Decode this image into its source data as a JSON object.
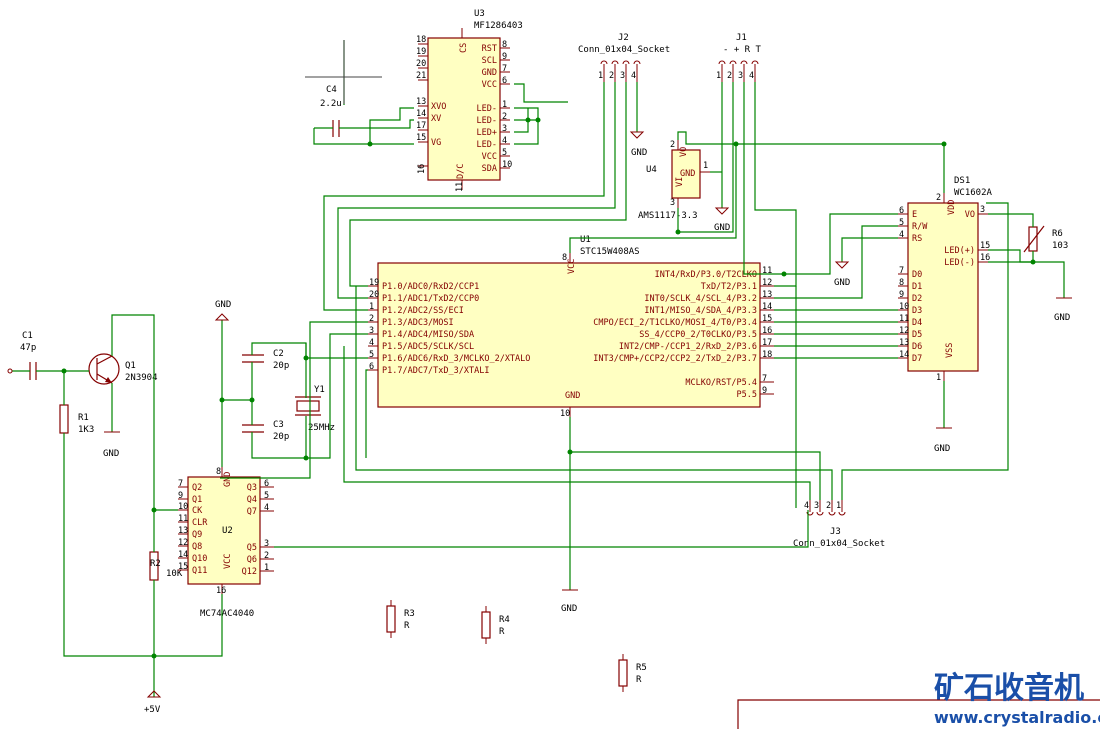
{
  "title_block": {
    "brand": "矿石收音机",
    "url": "www.crystalradio.cn"
  },
  "u3": {
    "ref": "U3",
    "value": "MF1286403",
    "pins_left": [
      [
        "CS",
        ""
      ],
      [
        "18",
        ""
      ],
      [
        "19",
        ""
      ],
      [
        "20",
        ""
      ],
      [
        "21",
        ""
      ],
      [
        "13",
        "XVO"
      ],
      [
        "14",
        "XV"
      ],
      [
        "17",
        ""
      ],
      [
        "15",
        "VG"
      ],
      [
        "16",
        "D/C"
      ],
      [
        "11",
        ""
      ]
    ],
    "pins_right": [
      [
        "8",
        "RST"
      ],
      [
        "9",
        "SCL"
      ],
      [
        "7",
        "GND"
      ],
      [
        "6",
        "VCC"
      ],
      [
        "1",
        "LED-"
      ],
      [
        "2",
        "LED-"
      ],
      [
        "3",
        "LED+"
      ],
      [
        "4",
        "LED-"
      ],
      [
        "5",
        "VCC"
      ],
      [
        "10",
        "SDA"
      ]
    ]
  },
  "c4": {
    "ref": "C4",
    "value": "2.2u"
  },
  "j2": {
    "ref": "J2",
    "value": "Conn_01x04_Socket",
    "pins": [
      "1",
      "2",
      "3",
      "4"
    ]
  },
  "j1": {
    "ref": "J1",
    "value": "- + R T",
    "pins": [
      "1",
      "2",
      "3",
      "4"
    ]
  },
  "u4": {
    "ref": "U4",
    "value": "AMS1117-3.3",
    "pin_vo": "VO",
    "pin_gnd": "GND",
    "pin_vi": "VI",
    "n1": "1",
    "n2": "2",
    "n3": "3"
  },
  "ds1": {
    "ref": "DS1",
    "value": "WC1602A",
    "left": [
      [
        "6",
        "E"
      ],
      [
        "5",
        "R/W"
      ],
      [
        "4",
        "RS"
      ],
      [
        "7",
        "D0"
      ],
      [
        "8",
        "D1"
      ],
      [
        "9",
        "D2"
      ],
      [
        "10",
        "D3"
      ],
      [
        "11",
        "D4"
      ],
      [
        "12",
        "D5"
      ],
      [
        "13",
        "D6"
      ],
      [
        "14",
        "D7"
      ]
    ],
    "right": [
      [
        "2",
        "VDD"
      ],
      [
        "3",
        "VO"
      ],
      [
        "15",
        "LED(+)"
      ],
      [
        "16",
        "LED(-)"
      ],
      [
        "1",
        "VSS"
      ]
    ]
  },
  "r6": {
    "ref": "R6",
    "value": "103"
  },
  "u1": {
    "ref": "U1",
    "value": "STC15W408AS",
    "vcc": "VCC",
    "gnd": "GND",
    "n8": "8",
    "n10": "10",
    "left": [
      [
        "19",
        "P1.0/ADC0/RxD2/CCP1"
      ],
      [
        "20",
        "P1.1/ADC1/TxD2/CCP0"
      ],
      [
        "1",
        "P1.2/ADC2/SS/ECI"
      ],
      [
        "2",
        "P1.3/ADC3/MOSI"
      ],
      [
        "3",
        "P1.4/ADC4/MISO/SDA"
      ],
      [
        "4",
        "P1.5/ADC5/SCLK/SCL"
      ],
      [
        "5",
        "P1.6/ADC6/RxD_3/MCLKO_2/XTALO"
      ],
      [
        "6",
        "P1.7/ADC7/TxD_3/XTALI"
      ]
    ],
    "right": [
      [
        "11",
        "INT4/RxD/P3.0/T2CLKO"
      ],
      [
        "12",
        "TxD/T2/P3.1"
      ],
      [
        "13",
        "INT0/SCLK_4/SCL_4/P3.2"
      ],
      [
        "14",
        "INT1/MISO_4/SDA_4/P3.3"
      ],
      [
        "15",
        "CMPO/ECI_2/T1CLKO/MOSI_4/T0/P3.4"
      ],
      [
        "16",
        "SS_4/CCP0_2/T0CLKO/P3.5"
      ],
      [
        "17",
        "INT2/CMP-/CCP1_2/RxD_2/P3.6"
      ],
      [
        "18",
        "INT3/CMP+/CCP2/CCP2_2/TxD_2/P3.7"
      ],
      [
        "7",
        "MCLKO/RST/P5.4"
      ],
      [
        "9",
        "P5.5"
      ]
    ]
  },
  "c1": {
    "ref": "C1",
    "value": "47p"
  },
  "q1": {
    "ref": "Q1",
    "value": "2N3904"
  },
  "r1": {
    "ref": "R1",
    "value": "1K3"
  },
  "r2": {
    "ref": "R2",
    "value": "10K"
  },
  "r3": {
    "ref": "R3",
    "value": "R"
  },
  "r4": {
    "ref": "R4",
    "value": "R"
  },
  "r5": {
    "ref": "R5",
    "value": "R"
  },
  "c2": {
    "ref": "C2",
    "value": "20p"
  },
  "c3": {
    "ref": "C3",
    "value": "20p"
  },
  "y1": {
    "ref": "Y1",
    "value": "25MHz"
  },
  "u2": {
    "ref": "U2",
    "value": "MC74AC4040",
    "gnd": "GND",
    "vcc": "VCC",
    "n8": "8",
    "n16": "16",
    "left": [
      [
        "7",
        "Q2"
      ],
      [
        "9",
        "Q1"
      ],
      [
        "10",
        "CK"
      ],
      [
        "11",
        "CLR"
      ],
      [
        "13",
        "Q9"
      ],
      [
        "12",
        "Q8"
      ],
      [
        "14",
        "Q10"
      ],
      [
        "15",
        "Q11"
      ]
    ],
    "right": [
      [
        "6",
        "Q3"
      ],
      [
        "5",
        "Q4"
      ],
      [
        "4",
        "Q7"
      ],
      [
        "3",
        "Q5"
      ],
      [
        "2",
        "Q6"
      ],
      [
        "1",
        "Q12"
      ]
    ]
  },
  "j3": {
    "ref": "J3",
    "value": "Conn_01x04_Socket",
    "pins": [
      "4",
      "3",
      "2",
      "1"
    ]
  },
  "power": {
    "gnd": "GND",
    "vcc5": "+5V"
  }
}
